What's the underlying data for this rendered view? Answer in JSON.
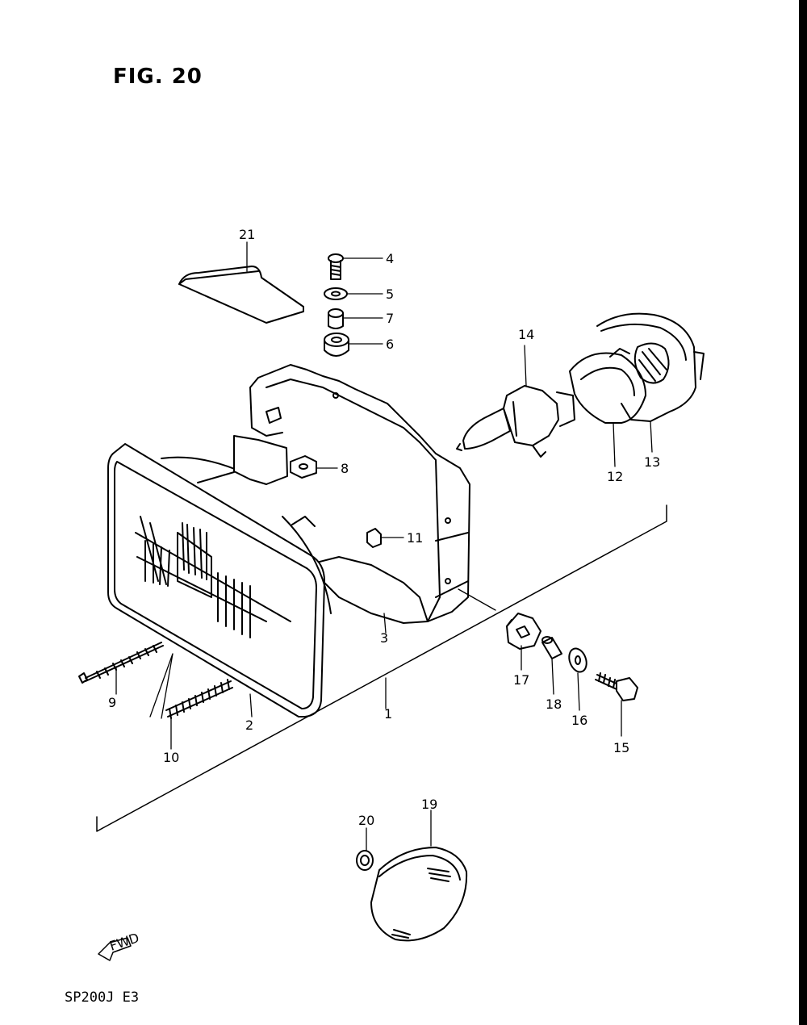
{
  "figure": {
    "title": "FIG. 20",
    "model_code": "SP200J  E3"
  },
  "forward_marker": {
    "label": "FWD",
    "icon": "fwd-arrow-icon"
  },
  "callouts": [
    {
      "num": "1"
    },
    {
      "num": "2"
    },
    {
      "num": "3"
    },
    {
      "num": "4"
    },
    {
      "num": "5"
    },
    {
      "num": "6"
    },
    {
      "num": "7"
    },
    {
      "num": "8"
    },
    {
      "num": "9"
    },
    {
      "num": "10"
    },
    {
      "num": "11"
    },
    {
      "num": "12"
    },
    {
      "num": "13"
    },
    {
      "num": "14"
    },
    {
      "num": "15"
    },
    {
      "num": "16"
    },
    {
      "num": "17"
    },
    {
      "num": "18"
    },
    {
      "num": "19"
    },
    {
      "num": "20"
    },
    {
      "num": "21"
    }
  ],
  "colors": {
    "line": "#000000",
    "background": "#ffffff"
  }
}
